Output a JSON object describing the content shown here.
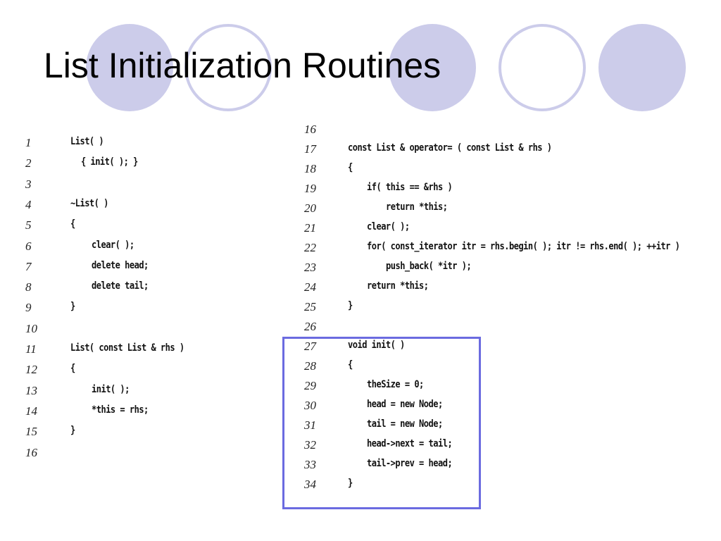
{
  "slide": {
    "title": "List Initialization Routines",
    "accent_color": "#ccccea",
    "highlight_color": "#6b6be0"
  },
  "left_code": [
    {
      "num": "1",
      "indent": 0,
      "text": "List( )"
    },
    {
      "num": "2",
      "indent": 1,
      "text": "{ init( ); }"
    },
    {
      "num": "3",
      "indent": 0,
      "text": ""
    },
    {
      "num": "4",
      "indent": 0,
      "text": "~List( )"
    },
    {
      "num": "5",
      "indent": 0,
      "text": "{"
    },
    {
      "num": "6",
      "indent": 2,
      "text": "clear( );"
    },
    {
      "num": "7",
      "indent": 2,
      "text": "delete head;"
    },
    {
      "num": "8",
      "indent": 2,
      "text": "delete tail;"
    },
    {
      "num": "9",
      "indent": 0,
      "text": "}"
    },
    {
      "num": "10",
      "indent": 0,
      "text": ""
    },
    {
      "num": "11",
      "indent": 0,
      "text": "List( const List & rhs )"
    },
    {
      "num": "12",
      "indent": 0,
      "text": "{"
    },
    {
      "num": "13",
      "indent": 2,
      "text": "init( );"
    },
    {
      "num": "14",
      "indent": 2,
      "text": "*this = rhs;"
    },
    {
      "num": "15",
      "indent": 0,
      "text": "}"
    },
    {
      "num": "16",
      "indent": 0,
      "text": ""
    }
  ],
  "right_code": [
    {
      "num": "16",
      "indent": 0,
      "text": ""
    },
    {
      "num": "17",
      "indent": 0,
      "text": "const List & operator= ( const List & rhs )"
    },
    {
      "num": "18",
      "indent": 0,
      "text": "{"
    },
    {
      "num": "19",
      "indent": 1,
      "text": "if( this == &rhs )"
    },
    {
      "num": "20",
      "indent": 2,
      "text": "return *this;"
    },
    {
      "num": "21",
      "indent": 1,
      "text": "clear( );"
    },
    {
      "num": "22",
      "indent": 1,
      "text": "for( const_iterator itr = rhs.begin( ); itr != rhs.end( ); ++itr )"
    },
    {
      "num": "23",
      "indent": 2,
      "text": "push_back( *itr );"
    },
    {
      "num": "24",
      "indent": 1,
      "text": "return *this;"
    },
    {
      "num": "25",
      "indent": 0,
      "text": "}"
    },
    {
      "num": "26",
      "indent": 0,
      "text": ""
    },
    {
      "num": "27",
      "indent": 0,
      "text": "void init( )"
    },
    {
      "num": "28",
      "indent": 0,
      "text": "{"
    },
    {
      "num": "29",
      "indent": 1,
      "text": "theSize = 0;"
    },
    {
      "num": "30",
      "indent": 1,
      "text": "head = new Node;"
    },
    {
      "num": "31",
      "indent": 1,
      "text": "tail = new Node;"
    },
    {
      "num": "32",
      "indent": 1,
      "text": "head->next = tail;"
    },
    {
      "num": "33",
      "indent": 1,
      "text": "tail->prev = head;"
    },
    {
      "num": "34",
      "indent": 0,
      "text": "}"
    }
  ]
}
